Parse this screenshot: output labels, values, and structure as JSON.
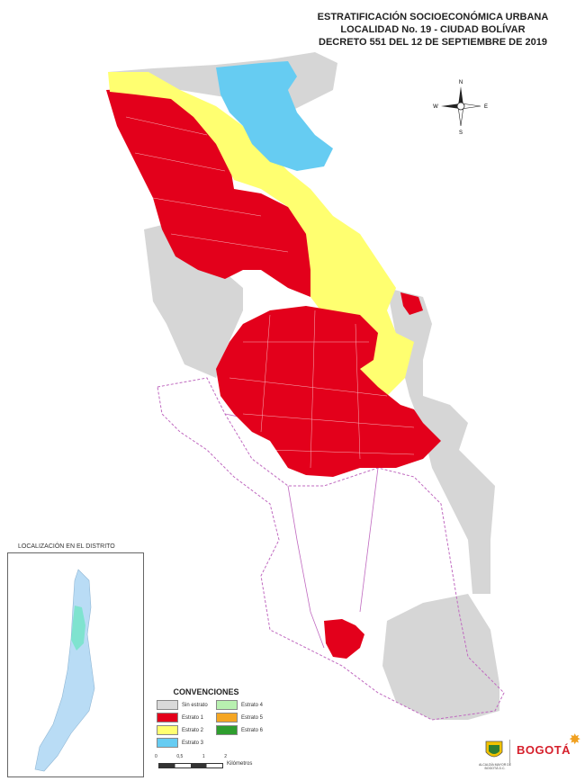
{
  "title": {
    "line1": "ESTRATIFICACIÓN SOCIOECONÓMICA URBANA",
    "line2": "LOCALIDAD No. 19 - CIUDAD BOLÍVAR",
    "line3": "DECRETO 551 DEL 12 DE SEPTIEMBRE DE 2019"
  },
  "compass": {
    "north": "N",
    "south": "S",
    "east": "E",
    "west": "W"
  },
  "inset": {
    "title": "LOCALIZACIÓN EN EL DISTRITO"
  },
  "legend": {
    "title": "CONVENCIONES",
    "items": [
      {
        "label": "Sin estrato",
        "color": "#d9d9d9"
      },
      {
        "label": "Estrato 4",
        "color": "#b8f0b0"
      },
      {
        "label": "Estrato 1",
        "color": "#e3001b"
      },
      {
        "label": "Estrato 5",
        "color": "#f5a623"
      },
      {
        "label": "Estrato 2",
        "color": "#ffff70"
      },
      {
        "label": "Estrato 6",
        "color": "#2e9e2e"
      },
      {
        "label": "Estrato 3",
        "color": "#66ccf2"
      }
    ]
  },
  "scale": {
    "label": "Kilómetros",
    "ticks": [
      "0",
      "0,5",
      "1",
      "2"
    ]
  },
  "logos": {
    "city": "BOGOTÁ",
    "escudo_caption": "ALCALDÍA MAYOR DE BOGOTÁ D.C."
  },
  "colors": {
    "gray": "#d6d6d6",
    "red": "#e3001b",
    "yellow": "#ffff70",
    "blue": "#66ccf2",
    "outline": "#c06ac0",
    "inset_fill": "#b9dcf5",
    "inset_highlight": "#7fe3cf"
  }
}
